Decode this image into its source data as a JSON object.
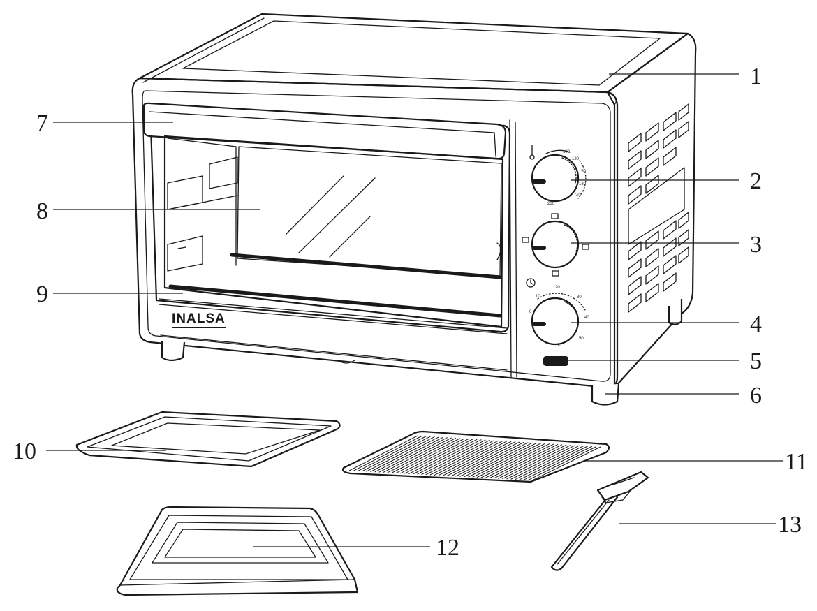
{
  "brand": "INALSA",
  "callouts": [
    "1",
    "2",
    "3",
    "4",
    "5",
    "6",
    "7",
    "8",
    "9",
    "10",
    "11",
    "12",
    "13"
  ],
  "temperature_dial": {
    "ticks": [
      "100",
      "120",
      "150",
      "180",
      "200",
      "230"
    ]
  },
  "timer_dial": {
    "ticks": [
      "10",
      "20",
      "30",
      "40",
      "50",
      "60",
      "0"
    ]
  },
  "icons": [
    "thermometer-icon",
    "clock-icon",
    "function-mode-icons"
  ]
}
